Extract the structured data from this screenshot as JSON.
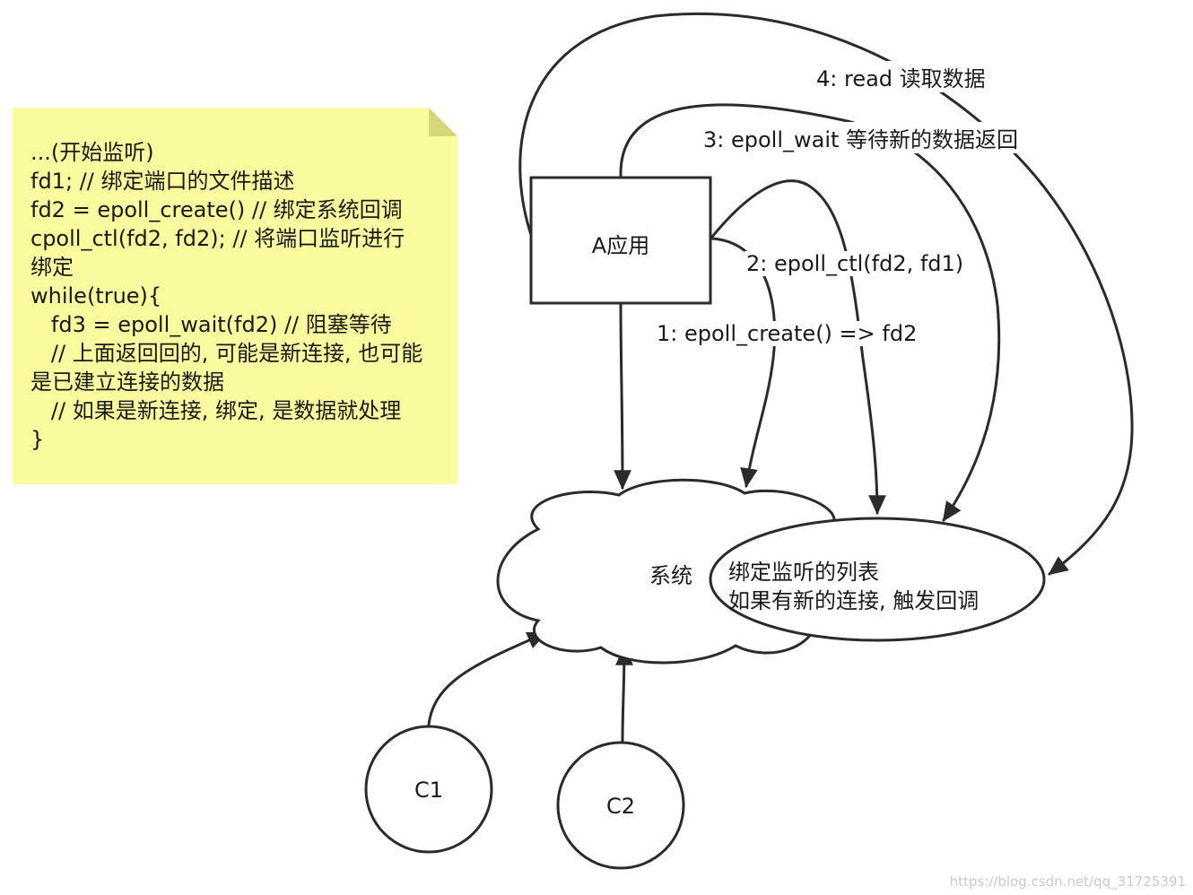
{
  "note": {
    "lines": [
      "...(开始监听)",
      "fd1; // 绑定端口的文件描述",
      "fd2 = epoll_create() // 绑定系统回调",
      "cpoll_ctl(fd2, fd2); // 将端口监听进行",
      "绑定",
      "while(true){",
      "   fd3 = epoll_wait(fd2) // 阻塞等待",
      "   // 上面返回回的, 可能是新连接, 也可能",
      "是已建立连接的数据",
      "   // 如果是新连接, 绑定, 是数据就处理",
      "}"
    ],
    "color": "#fafa9e"
  },
  "nodes": {
    "app": "A应用",
    "system": "系统",
    "list_line1": "绑定监听的列表",
    "list_line2": "如果有新的连接, 触发回调",
    "c1": "C1",
    "c2": "C2"
  },
  "edges": {
    "e1": "1: epoll_create() => fd2",
    "e2": "2: epoll_ctl(fd2, fd1)",
    "e3": "3: epoll_wait 等待新的数据返回",
    "e4": "4: read 读取数据"
  },
  "watermark": "https://blog.csdn.net/qq_31725391",
  "colors": {
    "stroke": "#2b2b2b",
    "note_fold": "#d6d67a"
  }
}
